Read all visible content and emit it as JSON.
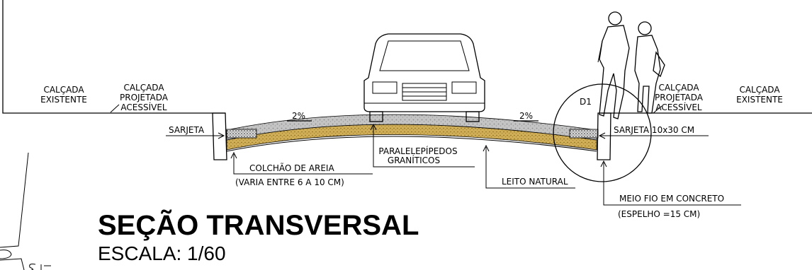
{
  "title": "SEÇÃO TRANSVERSAL",
  "scale": "ESCALA:  1/60",
  "labels": {
    "calcada_existente_left": [
      "CALÇADA",
      "EXISTENTE"
    ],
    "calcada_projetada_left": [
      "CALÇADA",
      "PROJETADA",
      "ACESSÍVEL"
    ],
    "calcada_projetada_right": [
      "CALÇADA",
      "PROJETADA",
      "ACESSÍVEL"
    ],
    "calcada_existente_right": [
      "CALÇADA",
      "EXISTENTE"
    ],
    "slope_left": "2%",
    "slope_right": "2%",
    "sarjeta_left": "SARJETA",
    "sarjeta_right": "SARJETA  10x30  CM",
    "paralelepipedos": [
      "PARALELEPÍPEDOS",
      "GRANÍTICOS"
    ],
    "colchao": "COLCHÃO  DE  AREIA",
    "colchao_note": "(VARIA  ENTRE  6  A  10  CM)",
    "leito": "LEITO  NATURAL",
    "meio_fio": "MEIO  FIO  EM  CONCRETO",
    "meio_fio_note": "(ESPELHO  =15  CM)",
    "detail": "D1"
  },
  "colors": {
    "line": "#000000",
    "paving": "#b9b9b9",
    "sand": "#c9a94e"
  }
}
